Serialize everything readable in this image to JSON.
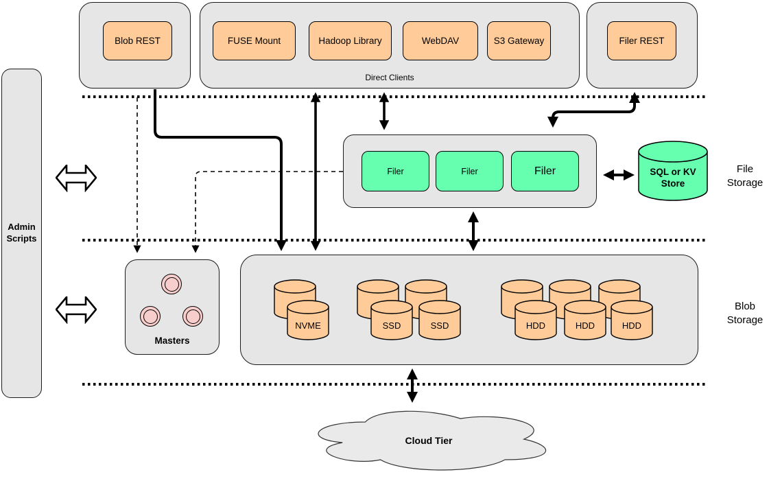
{
  "top_row": {
    "blob_rest": {
      "label": "Blob REST"
    },
    "direct_clients": {
      "label": "Direct Clients",
      "clients": [
        {
          "label": "FUSE Mount"
        },
        {
          "label": "Hadoop Library"
        },
        {
          "label": "WebDAV"
        },
        {
          "label": "S3 Gateway"
        }
      ]
    },
    "filer_rest": {
      "label": "Filer REST"
    }
  },
  "left": {
    "admin": {
      "label": "Admin Scripts"
    }
  },
  "file_storage": {
    "section_label": "File Storage",
    "filers": [
      {
        "label": "Filer"
      },
      {
        "label": "Filer"
      },
      {
        "label": "Filer"
      }
    ],
    "store": {
      "line1": "SQL or KV",
      "line2": "Store"
    }
  },
  "blob_storage": {
    "section_label": "Blob Storage",
    "masters": {
      "label": "Masters",
      "node_count": 3
    },
    "volumes": {
      "nvme": [
        {
          "label": "NVME"
        }
      ],
      "ssd": [
        {
          "label": "SSD"
        },
        {
          "label": "SSD"
        }
      ],
      "hdd": [
        {
          "label": "HDD"
        },
        {
          "label": "HDD"
        },
        {
          "label": "HDD"
        }
      ]
    }
  },
  "cloud": {
    "label": "Cloud Tier"
  },
  "colors": {
    "container_gray": "#e6e6e6",
    "client_orange": "#ffcc99",
    "filer_green": "#66ffb0",
    "master_pink": "#f8cecc",
    "cloud_gray": "#eaeaea",
    "stroke": "#000000"
  }
}
